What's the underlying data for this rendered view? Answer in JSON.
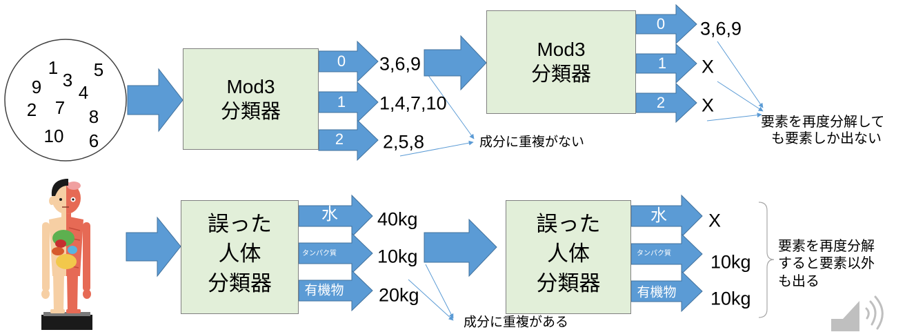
{
  "colors": {
    "arrow_fill": "#5b9bd5",
    "arrow_stroke": "#41719c",
    "box_fill": "#e2efd9",
    "box_stroke": "#7f7f7f",
    "callout_line": "#5b9bd5",
    "text": "#000000",
    "arrow_label": "#ffffff",
    "speaker": "#bfbfbf"
  },
  "top_row": {
    "number_set": [
      "1",
      "3",
      "5",
      "9",
      "4",
      "2",
      "7",
      "8",
      "10",
      "6"
    ],
    "classifier_a": {
      "title": "Mod3",
      "subtitle": "分類器"
    },
    "outputs_a": [
      {
        "label": "0",
        "value": "3,6,9"
      },
      {
        "label": "1",
        "value": "1,4,7,10"
      },
      {
        "label": "2",
        "value": "2,5,8"
      }
    ],
    "note_a": "成分に重複がない",
    "classifier_b": {
      "title": "Mod3",
      "subtitle": "分類器"
    },
    "outputs_b": [
      {
        "label": "0",
        "value": "3,6,9"
      },
      {
        "label": "1",
        "value": "X"
      },
      {
        "label": "2",
        "value": "X"
      }
    ],
    "note_b": [
      "要素を再度分解して",
      "も要素しか出ない"
    ]
  },
  "bottom_row": {
    "illustration_icon": "human-anatomy-model-icon",
    "classifier_a": {
      "lines": [
        "誤った",
        "人体",
        "分類器"
      ]
    },
    "outputs_a": [
      {
        "label": "水",
        "value": "40kg"
      },
      {
        "label": "タンパク質",
        "value": "10kg"
      },
      {
        "label": "有機物",
        "value": "20kg"
      }
    ],
    "note_a": "成分に重複がある",
    "classifier_b": {
      "lines": [
        "誤った",
        "人体",
        "分類器"
      ]
    },
    "outputs_b": [
      {
        "label": "水",
        "value": "X"
      },
      {
        "label": "タンパク質",
        "value": "10kg"
      },
      {
        "label": "有機物",
        "value": "10kg"
      }
    ],
    "note_b": [
      "要素を再度分解",
      "すると要素以外",
      "も出る"
    ]
  },
  "icons": {
    "audio": "speaker-icon"
  }
}
